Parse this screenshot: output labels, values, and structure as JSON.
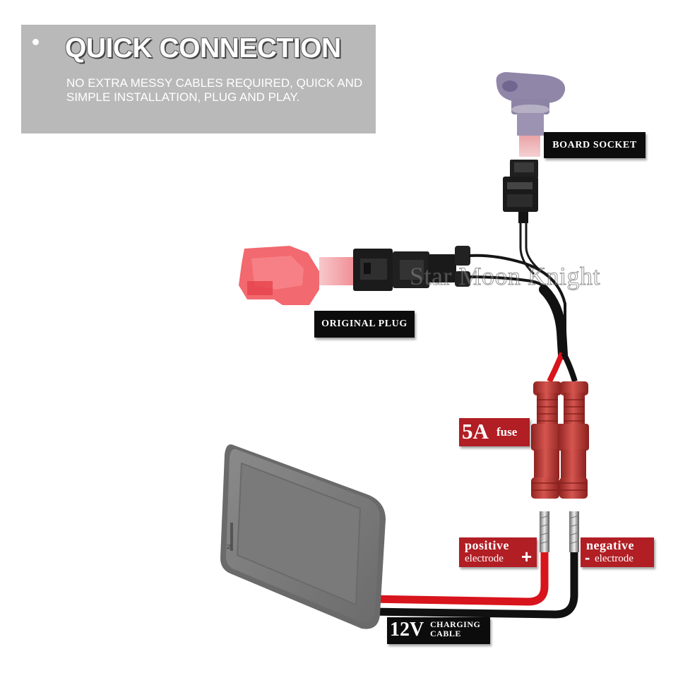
{
  "header": {
    "headline": "QUICK CONNECTION",
    "subtext": "NO EXTRA MESSY CABLES REQUIRED, QUICK AND SIMPLE INSTALLATION, PLUG AND PLAY."
  },
  "labels": {
    "board_socket": "BOARD SOCKET",
    "original_plug": "ORIGINAL PLUG",
    "fuse_value": "5A",
    "fuse_word": "fuse",
    "positive_top": "positive",
    "positive_bottom": "electrode",
    "positive_sign": "+",
    "negative_top": "negative",
    "negative_bottom": "electrode",
    "negative_sign": "-",
    "cable_voltage": "12V",
    "cable_word_line1": "CHARGING",
    "cable_word_line2": "CABLE"
  },
  "watermark": "Star Moon Knight",
  "colors": {
    "header_panel": "#b9b9b9",
    "label_red": "#b11e24",
    "label_black": "#0c0c0c",
    "wire_red": "#d8141c",
    "wire_black": "#111111",
    "fuse_red": "#c9423f",
    "device_gray": "#7a7a7a",
    "plug_pink": "#f0585e"
  },
  "icons": {
    "bullet": "white-dot",
    "device": "navigation-screen-device",
    "board_socket": "board-socket-connector",
    "original_plug": "original-plug-connector",
    "fuse": "inline-fuse-holder"
  }
}
